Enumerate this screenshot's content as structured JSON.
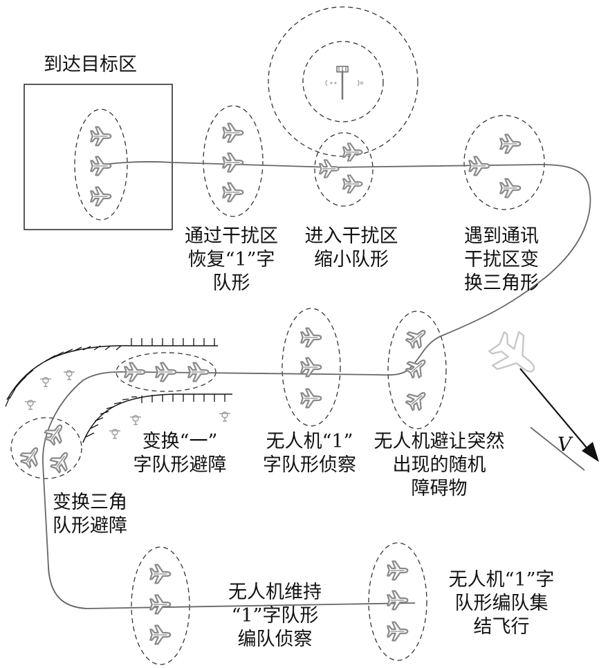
{
  "labels": {
    "target": {
      "lines": [
        "到达目标区"
      ]
    },
    "pass_jam": {
      "lines": [
        "通过干扰区",
        "恢复“1”字",
        "队形"
      ]
    },
    "enter_jam": {
      "lines": [
        "进入干扰区",
        "缩小队形"
      ]
    },
    "comm_jam": {
      "lines": [
        "遇到通讯",
        "干扰区变",
        "换三角形"
      ]
    },
    "line_avoid": {
      "lines": [
        "变换“一”",
        "字队形避障"
      ]
    },
    "recon": {
      "lines": [
        "无人机“1”",
        "字队形侦察"
      ]
    },
    "random_obst": {
      "lines": [
        "无人机避让突然",
        "出现的随机",
        "障碍物"
      ]
    },
    "tri_avoid": {
      "lines": [
        "变换三角",
        "队形避障"
      ]
    },
    "maintain": {
      "lines": [
        "无人机维持",
        "“1”字队形",
        "编队侦察"
      ]
    },
    "assemble": {
      "lines": [
        "无人机“1”字",
        "队形编队集",
        "结飞行"
      ]
    }
  },
  "velocity_label": "V",
  "icons": {
    "uav": "airplane-icon",
    "jammer": "radio-tower-icon",
    "obstacle": "obstacle-icon"
  },
  "colors": {
    "line": "#111111",
    "path": "#666666",
    "plane": "#8a8a8a",
    "faint": "#b0b0b0"
  }
}
